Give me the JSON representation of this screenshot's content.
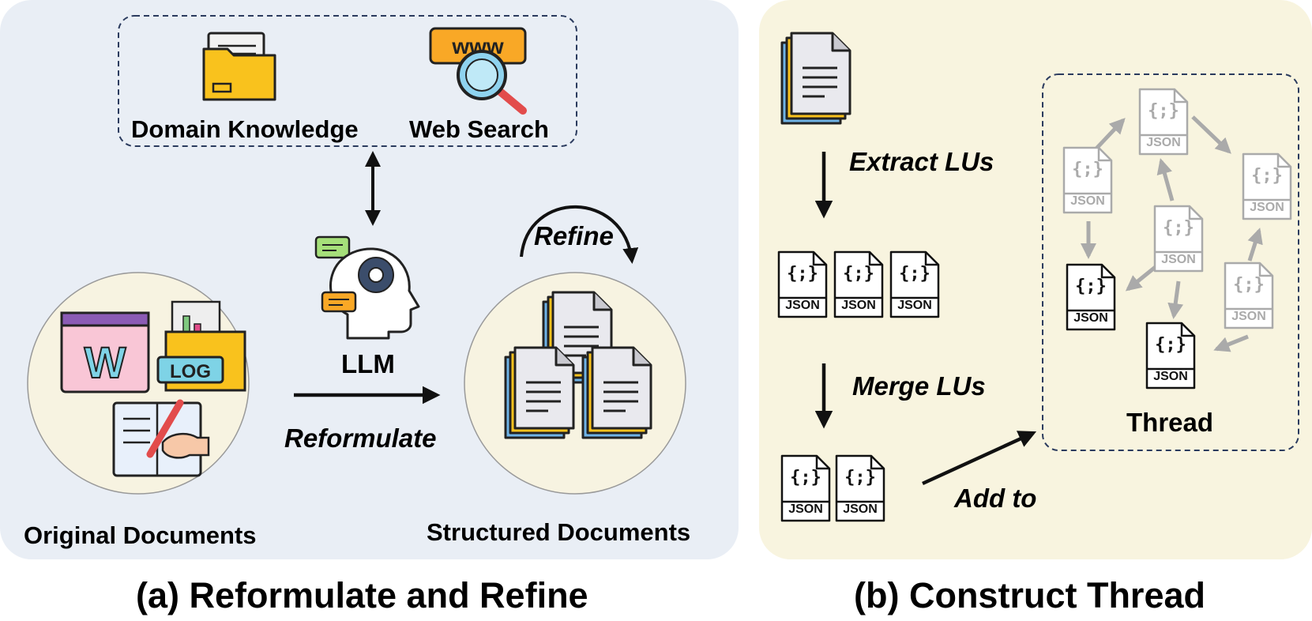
{
  "panel_a": {
    "sources": {
      "domain_knowledge": "Domain Knowledge",
      "web_search": "Web Search",
      "www_text": "www"
    },
    "llm_label": "LLM",
    "refine_label": "Refine",
    "reformulate_label": "Reformulate",
    "original_label": "Original Documents",
    "structured_label": "Structured Documents",
    "word_letter": "W",
    "log_text": "LOG",
    "caption": "(a) Reformulate and Refine"
  },
  "panel_b": {
    "extract_label": "Extract LUs",
    "merge_label": "Merge LUs",
    "add_label": "Add to",
    "thread_label": "Thread",
    "json_braces": "{;}",
    "json_text": "JSON",
    "caption": "(b) Construct Thread"
  },
  "colors": {
    "panel_a_bg": "#e9eef5",
    "panel_b_bg": "#f8f4df",
    "circle_fill": "#f7f3e1",
    "dashed_border": "#2b3b5e",
    "faded_json": "#b0b0b0",
    "doc_blue": "#6fb3e6",
    "doc_yellow": "#f9c21d"
  }
}
